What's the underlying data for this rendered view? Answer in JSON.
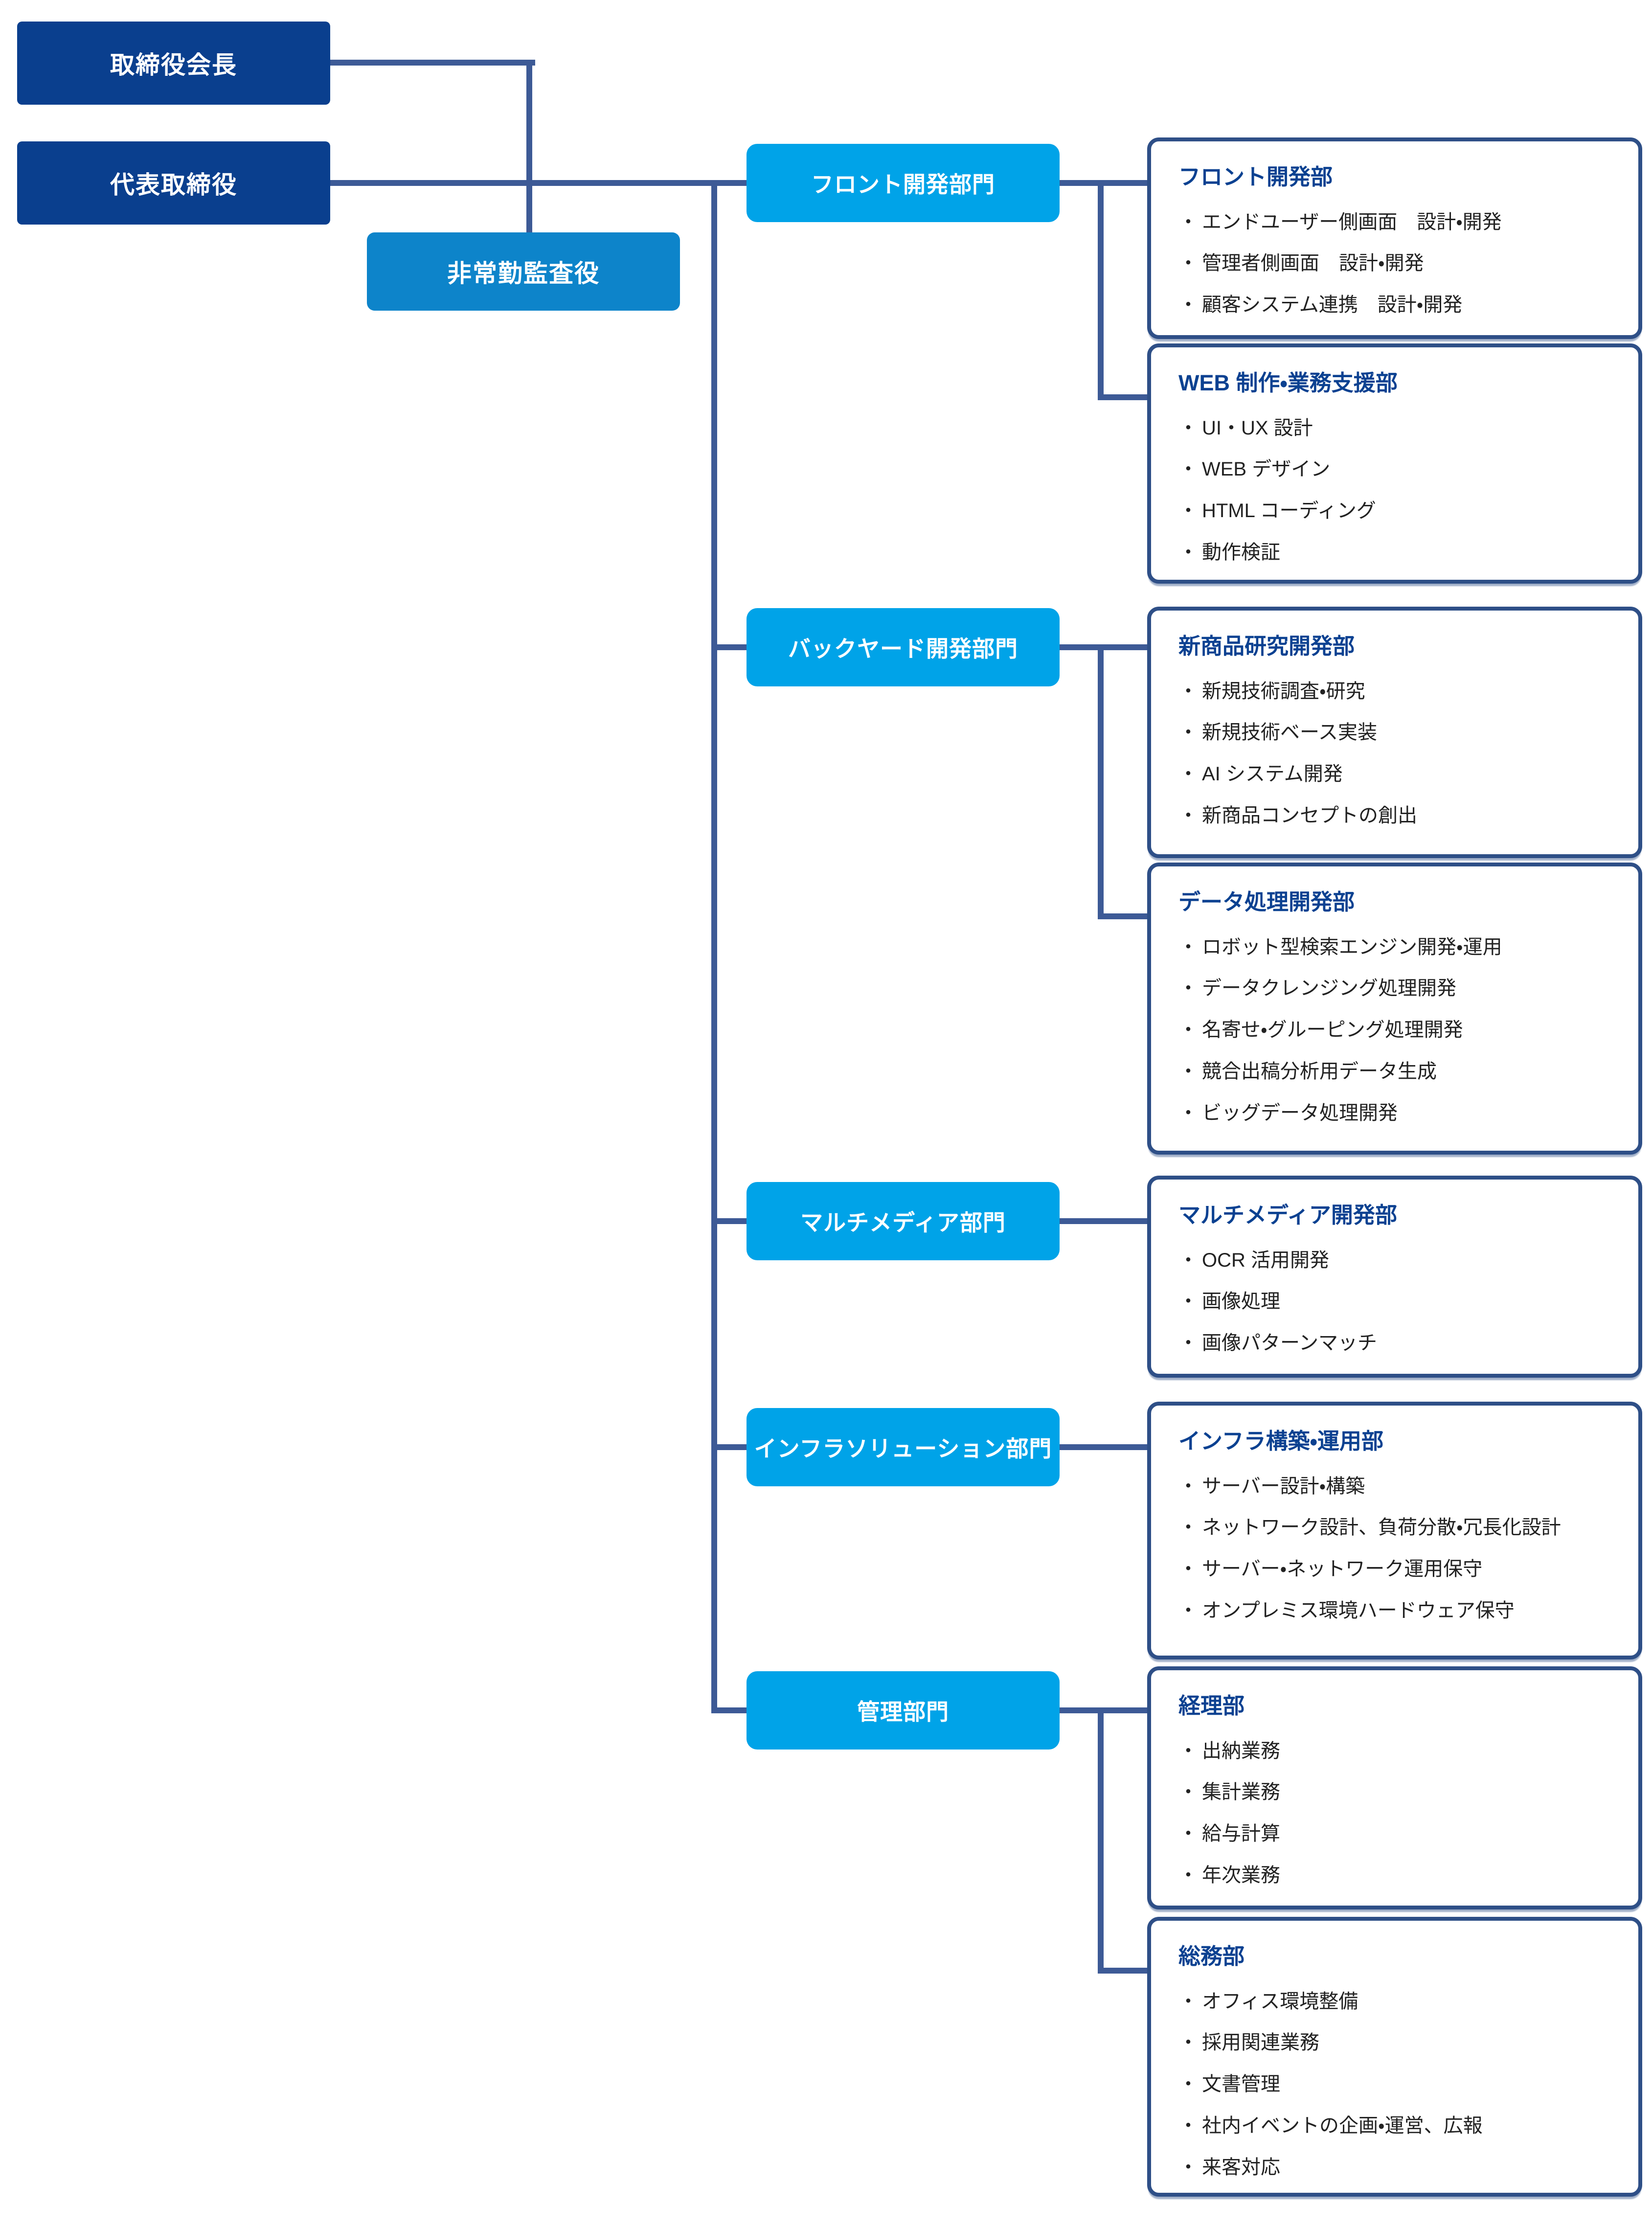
{
  "palette": {
    "navy_box": "#0a3f8e",
    "audit_box": "#0d84ca",
    "division_box": "#00a3e8",
    "connector": "#3d5a96",
    "card_border": "#2e4f87",
    "card_title": "#0b4191",
    "body_text": "#222222",
    "background": "#ffffff"
  },
  "bullet": "・",
  "executives": [
    {
      "label": "取締役会長"
    },
    {
      "label": "代表取締役"
    },
    {
      "label": "非常勤監査役"
    }
  ],
  "divisions": [
    {
      "label": "フロント開発部門",
      "departments": [
        {
          "title": "フロント開発部",
          "items": [
            "エンドユーザー側画面　設計・開発",
            "管理者側画面　設計・開発",
            "顧客システム連携　設計・開発"
          ]
        },
        {
          "title": "WEB 制作・業務支援部",
          "items": [
            "UI・UX 設計",
            "WEB デザイン",
            "HTML コーディング",
            "動作検証"
          ]
        }
      ]
    },
    {
      "label": "バックヤード開発部門",
      "departments": [
        {
          "title": "新商品研究開発部",
          "items": [
            "新規技術調査・研究",
            "新規技術ベース実装",
            "AI システム開発",
            "新商品コンセプトの創出"
          ]
        },
        {
          "title": "データ処理開発部",
          "items": [
            "ロボット型検索エンジン開発・運用",
            "データクレンジング処理開発",
            "名寄せ・グルーピング処理開発",
            "競合出稿分析用データ生成",
            "ビッグデータ処理開発"
          ]
        }
      ]
    },
    {
      "label": "マルチメディア部門",
      "departments": [
        {
          "title": "マルチメディア開発部",
          "items": [
            "OCR 活用開発",
            "画像処理",
            "画像パターンマッチ"
          ]
        }
      ]
    },
    {
      "label": "インフラソリューション部門",
      "departments": [
        {
          "title": "インフラ構築・運用部",
          "items": [
            "サーバー設計・構築",
            "ネットワーク設計、負荷分散・冗長化設計",
            "サーバー・ネットワーク運用保守",
            "オンプレミス環境ハードウェア保守"
          ]
        }
      ]
    },
    {
      "label": "管理部門",
      "departments": [
        {
          "title": "経理部",
          "items": [
            "出納業務",
            "集計業務",
            "給与計算",
            "年次業務"
          ]
        },
        {
          "title": "総務部",
          "items": [
            "オフィス環境整備",
            "採用関連業務",
            "文書管理",
            "社内イベントの企画・運営、広報",
            "来客対応"
          ]
        }
      ]
    }
  ]
}
